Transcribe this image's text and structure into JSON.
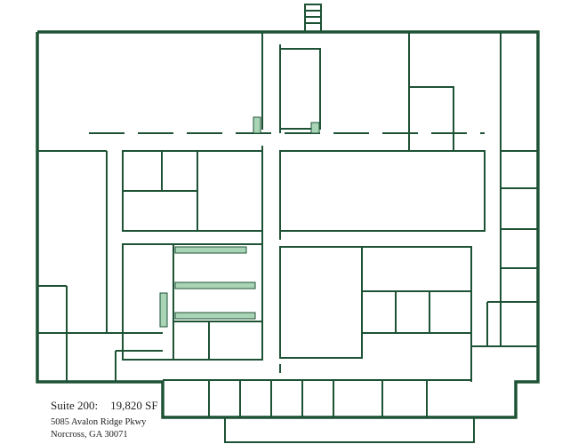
{
  "suite": {
    "label": "Suite 200:",
    "area": "19,820 SF"
  },
  "address": {
    "line1": "5085 Avalon Ridge Pkwy",
    "line2": "Norcross, GA 30071"
  },
  "colors": {
    "wall": "#1d5235",
    "fixture": "#a9d4b6"
  }
}
